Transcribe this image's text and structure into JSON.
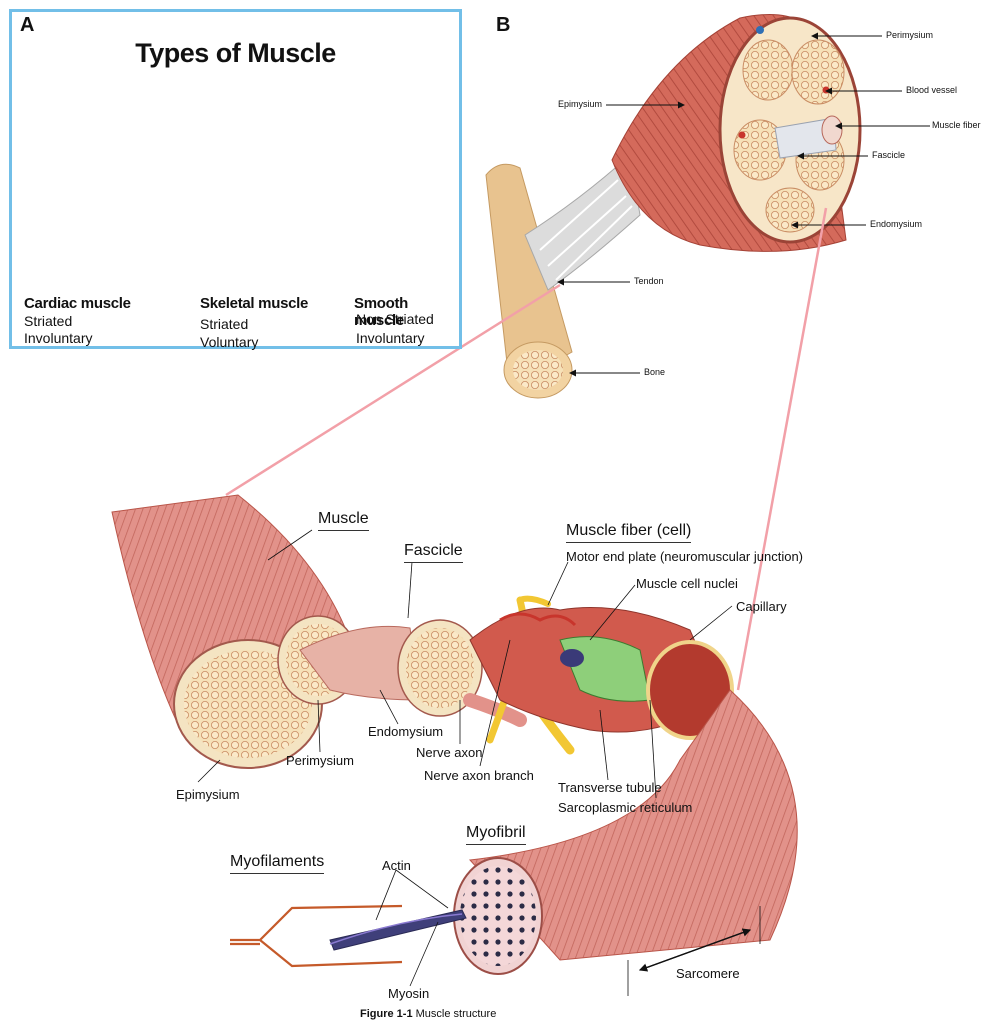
{
  "panel_a": {
    "letter": "A",
    "title": "Types of Muscle",
    "types": [
      {
        "name": "Cardiac muscle",
        "prop1": "Striated",
        "prop2": "Involuntary"
      },
      {
        "name": "Skeletal muscle",
        "prop1": "Striated",
        "prop2": "Voluntary"
      },
      {
        "name": "Smooth muscle",
        "prop1": "Non Striated",
        "prop2": "Involuntary"
      }
    ]
  },
  "panel_b": {
    "letter": "B",
    "labels": {
      "epimysium": "Epimysium",
      "perimysium": "Perimysium",
      "blood_vessel": "Blood vessel",
      "muscle_fiber": "Muscle fiber",
      "fascicle": "Fascicle",
      "endomysium": "Endomysium",
      "tendon": "Tendon",
      "bone": "Bone"
    }
  },
  "figure": {
    "labels": {
      "muscle": "Muscle",
      "fascicle": "Fascicle",
      "muscle_fiber": "Muscle fiber (cell)",
      "motor_end_plate": "Motor end plate (neuromuscular junction)",
      "muscle_cell_nuclei": "Muscle cell nuclei",
      "capillary": "Capillary",
      "endomysium": "Endomysium",
      "perimysium": "Perimysium",
      "epimysium": "Epimysium",
      "nerve_axon": "Nerve axon",
      "nerve_axon_branch": "Nerve axon branch",
      "transverse_tubule": "Transverse tubule",
      "sarcoplasmic_reticulum": "Sarcoplasmic reticulum",
      "myofibril": "Myofibril",
      "myofilaments": "Myofilaments",
      "actin": "Actin",
      "myosin": "Myosin",
      "sarcomere": "Sarcomere"
    },
    "caption_bold": "Figure 1-1",
    "caption_text": " Muscle structure"
  },
  "colors": {
    "panel_border": "#72bfe8",
    "muscle_red": "#c9574a",
    "muscle_light": "#eba79a",
    "bone": "#e8c38f",
    "connector_pink": "#f2a0a8",
    "nerve_yellow": "#f2c733"
  }
}
